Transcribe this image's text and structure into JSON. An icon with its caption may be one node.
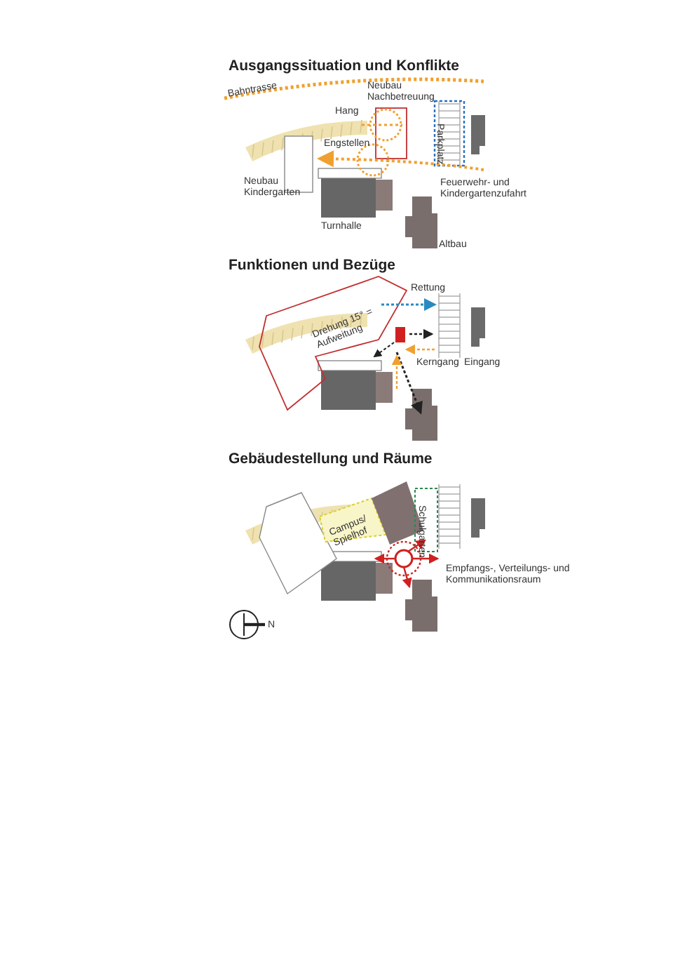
{
  "diagram": {
    "labels": [
      "Ausgangssituation und Konflikte",
      "Bahntrasse",
      "Neubau Nachbetreuung",
      "Parkplatz",
      "Hang",
      "Engstellen",
      "Neubau Kindergarten",
      "Feuerwehr- und Kindergartenzufahrt",
      "Turnhalle",
      "Altbau",
      "Funktionen und Bezüge",
      "Rettung",
      "Drehung 15° = Aufweitung",
      "Kerngang",
      "Eingang",
      "Gebäudestellung und Räume",
      "Schulgarten",
      "Campus/ Spielhof",
      "Empfangs-, Verteilungs- und Kommunikationsraum",
      "N"
    ]
  }
}
